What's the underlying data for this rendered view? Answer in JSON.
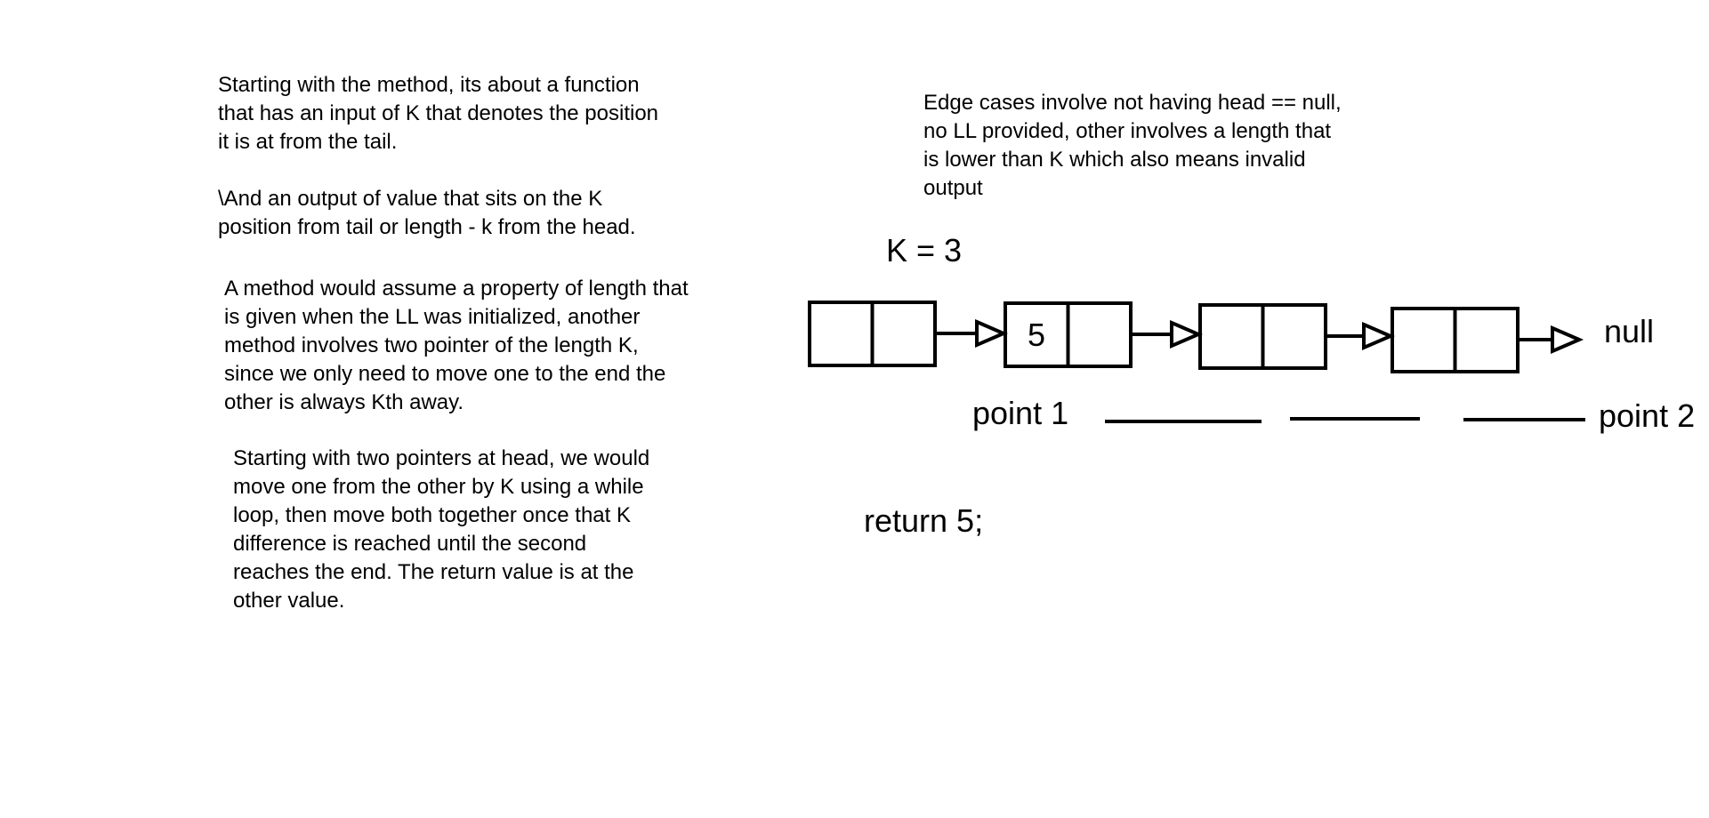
{
  "notes": {
    "method": "Starting with the method, its about a function\nthat has an input of K that denotes the position\nit is at from the tail.",
    "output": "\\And an output of value that sits on the K\nposition from tail or length - k from the head.",
    "approach": "A method would assume a property of length that\nis given when the LL was initialized, another\nmethod involves two pointer of the length K,\nsince we only need to move one to the end the\nother is always Kth away.",
    "steps": "Starting with two pointers at head, we would\nmove one from the other by K using a while\nloop, then move both together once that K\ndifference is reached until the second\nreaches the end. The return value is at the\nother value.",
    "edge_cases": "Edge cases involve not having head == null,\nno LL provided, other involves a length that\nis lower than K which also means invalid\noutput"
  },
  "diagram": {
    "k_label": "K = 3",
    "nodes": [
      {
        "value": ""
      },
      {
        "value": "5"
      },
      {
        "value": ""
      },
      {
        "value": ""
      }
    ],
    "terminal_label": "null",
    "pointer_labels": {
      "first": "point 1",
      "second": "point 2"
    },
    "result": "return 5;"
  }
}
